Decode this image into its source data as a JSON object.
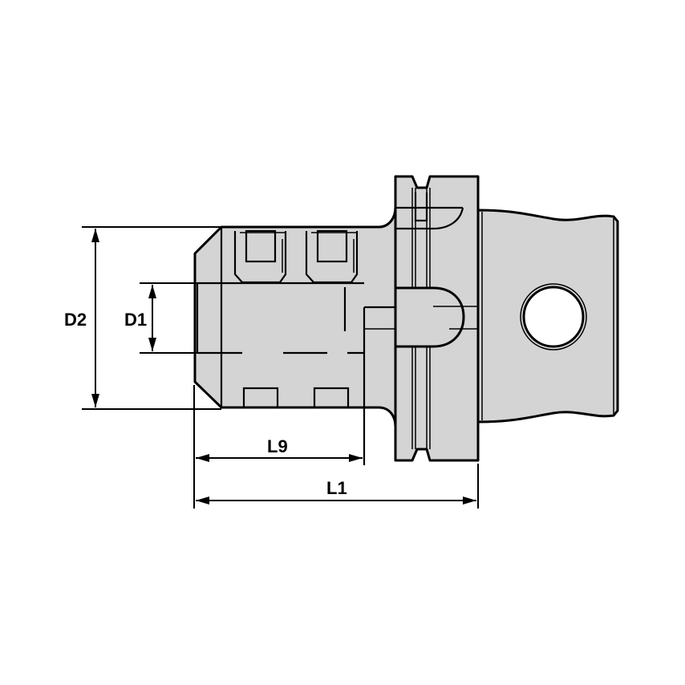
{
  "drawing": {
    "subject": "Toolholder adapter side view",
    "fill_color": "#d4d4d4",
    "line_color": "#000000",
    "background": "#ffffff"
  },
  "dimensions": {
    "D2": "D2",
    "D1": "D1",
    "L9": "L9",
    "L1": "L1"
  }
}
